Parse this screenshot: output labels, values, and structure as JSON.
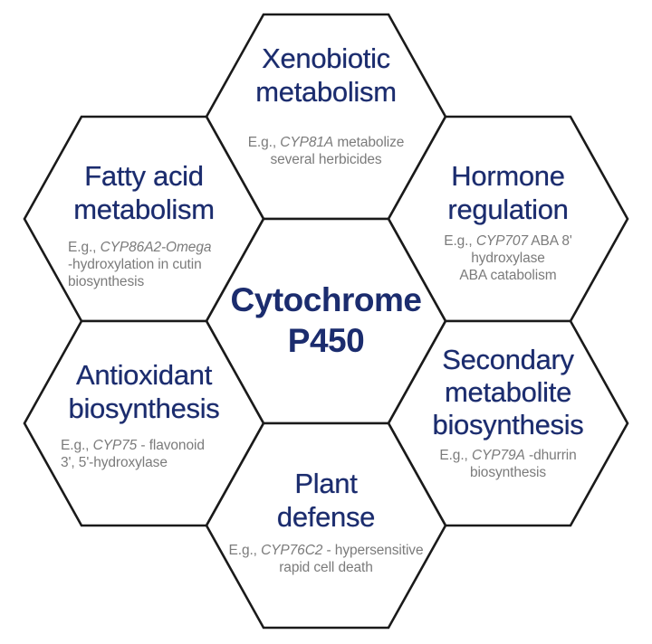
{
  "figure": {
    "background": "#ffffff",
    "border_color": "#1a1a1a",
    "title_color": "#1b2c6e",
    "example_color": "#7b7b7b",
    "center_hexagon": {
      "title": "Cytochrome\nP450"
    },
    "hexagons": [
      {
        "title": "Xenobiotic\nmetabolism",
        "example_prefix": "E.g., ",
        "gene": "CYP81A",
        "example_rest": " metabolize\nseveral herbicides"
      },
      {
        "title": "Hormone\nregulation",
        "example_prefix": "E.g., ",
        "gene": "CYP707",
        "example_rest": " ABA 8'\nhydroxylase\nABA catabolism"
      },
      {
        "title": "Secondary\nmetabolite\nbiosynthesis",
        "example_prefix": "E.g., ",
        "gene": "CYP79A",
        "example_rest": " -dhurrin\nbiosynthesis"
      },
      {
        "title": "Plant\ndefense",
        "example_prefix": "E.g., ",
        "gene": "CYP76C2",
        "example_rest": " - hypersensitive\nrapid cell death"
      },
      {
        "title": "Antioxidant\nbiosynthesis",
        "example_prefix": "E.g., ",
        "gene": "CYP75",
        "example_rest": " - flavonoid\n3', 5'-hydroxylase"
      },
      {
        "title": "Fatty acid\nmetabolism",
        "example_prefix": "E.g., ",
        "gene": "CYP86A2-Omega",
        "example_rest": "\n-hydroxylation in cutin\nbiosynthesis"
      }
    ]
  }
}
